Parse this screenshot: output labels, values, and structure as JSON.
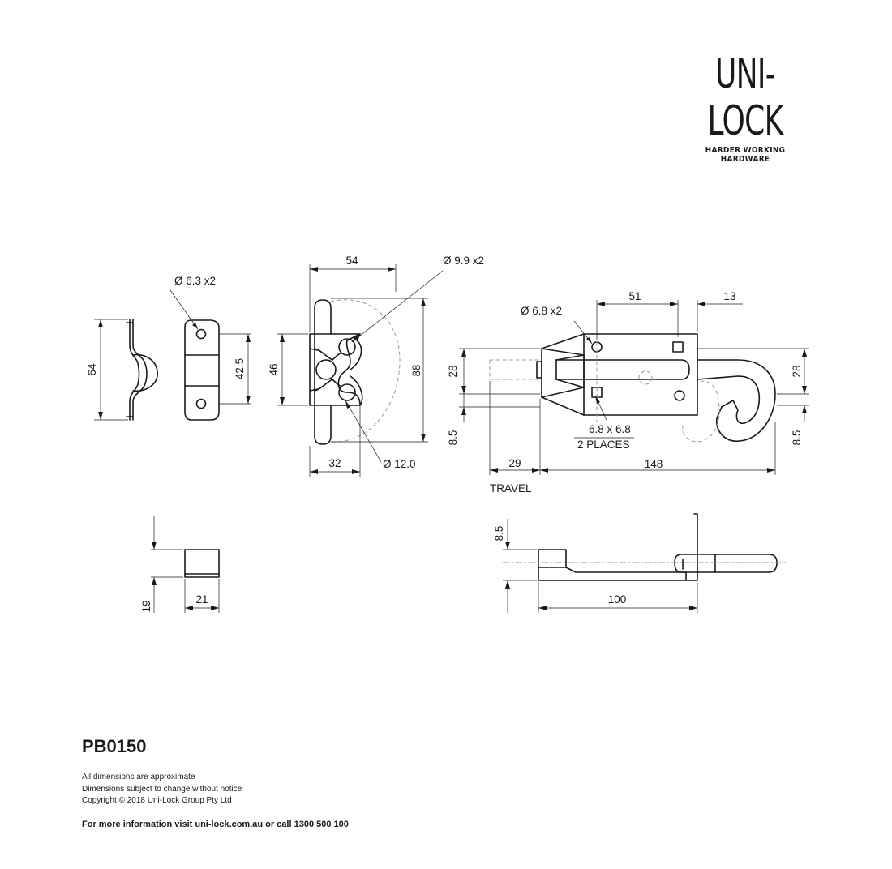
{
  "brand": {
    "name": "UNI-LOCK",
    "tagline": "HARDER WORKING HARDWARE"
  },
  "product": {
    "code": "PB0150"
  },
  "dimensions": {
    "strap_height": "64",
    "strap_hole": "Ø 6.3 x2",
    "strap_hole_spacing": "42.5",
    "keeper_width": "54",
    "keeper_hole": "Ø 9.9 x2",
    "keeper_height": "46",
    "keeper_overall": "88",
    "keeper_base": "32",
    "keeper_pin": "Ø 12.0",
    "bolt_hole": "Ø 6.8 x2",
    "bolt_hole_spacing": "51",
    "bolt_offset": "13",
    "bolt_height_left": "28",
    "bolt_height_right": "28",
    "bolt_edge_left": "8.5",
    "bolt_edge_right": "8.5",
    "square_hole": "6.8 x 6.8",
    "square_hole_places": "2 PLACES",
    "travel_value": "29",
    "travel_label": "TRAVEL",
    "bolt_length": "148",
    "side_offset": "8.5",
    "side_length": "100",
    "block_width": "21",
    "block_height": "19"
  },
  "notes": [
    "All dimensions are approximate",
    "Dimensions subject to change without notice",
    "Copyright © 2018 Uni-Lock Group Pty Ltd"
  ],
  "contact": "For more information visit uni-lock.com.au or call 1300 500 100"
}
